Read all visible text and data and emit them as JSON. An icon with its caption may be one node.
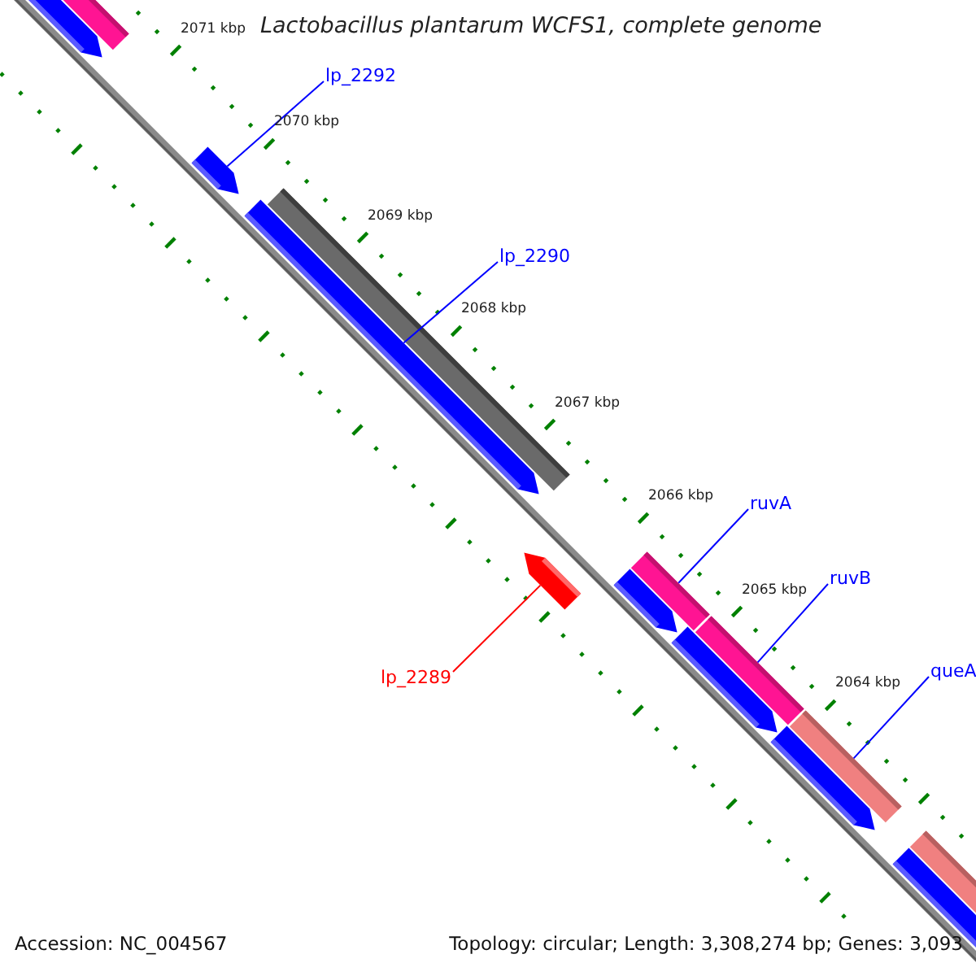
{
  "diagram": {
    "title": "Lactobacillus plantarum WCFS1, complete genome",
    "nodes": [
      {
        "text": [
          "lp_2292"
        ]
      },
      {
        "text": [],
        "shape": "bar"
      },
      {
        "text": [
          "lp_2290"
        ]
      },
      {
        "text": [],
        "shape": "bar"
      },
      {
        "text": [
          "ruvA"
        ]
      },
      {
        "text": [],
        "shape": "bar"
      },
      {
        "text": [
          "ruvB"
        ]
      },
      {
        "text": [],
        "shape": "bar"
      },
      {
        "text": [
          "queA"
        ]
      },
      {
        "text": [],
        "shape": "bar"
      },
      {
        "text": [
          "lp_2289"
        ]
      },
      {
        "text": [],
        "shape": "bar"
      }
    ],
    "edges": [
      {
        "from": 0,
        "to": 1,
        "arrow": "none"
      },
      {
        "from": 2,
        "to": 3,
        "arrow": "none"
      },
      {
        "from": 4,
        "to": 5,
        "arrow": "none"
      },
      {
        "from": 6,
        "to": 7,
        "arrow": "none"
      },
      {
        "from": 8,
        "to": 9,
        "arrow": "none"
      },
      {
        "from": 10,
        "to": 11,
        "arrow": "none",
        "color": "#ff0000"
      }
    ],
    "labels": [
      "2071 kbp",
      "2070 kbp",
      "2069 kbp",
      "2068 kbp",
      "2067 kbp",
      "2066 kbp",
      "2065 kbp",
      "2064 kbp",
      "Accession: NC_004567",
      "Topology: circular; Length: 3,308,274 bp; Genes: 3,093"
    ]
  }
}
